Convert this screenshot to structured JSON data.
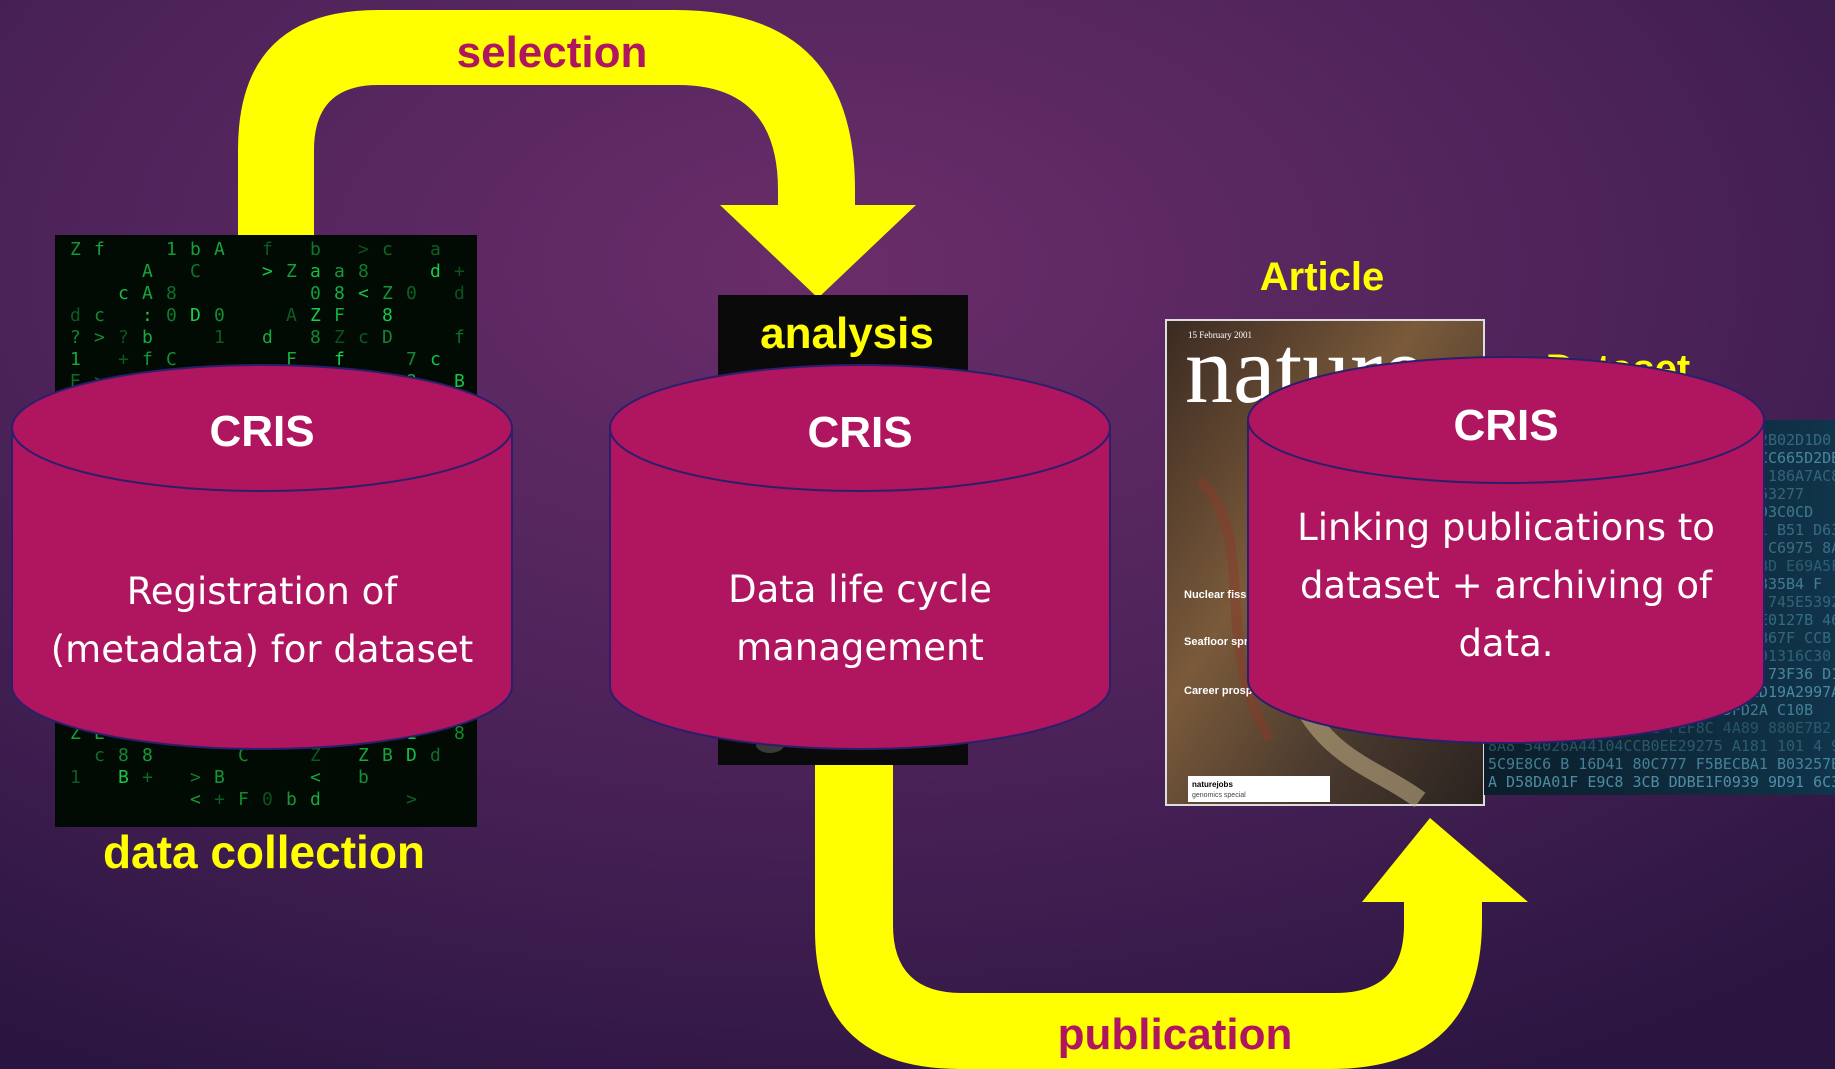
{
  "colors": {
    "background": "#3a1d4d",
    "arrow": "#ffff00",
    "cylinder_fill": "#b0155f",
    "cylinder_stroke": "#2a1f6b",
    "label_yellow": "#ffff00",
    "label_magenta": "#b0155f"
  },
  "labels": {
    "selection": "selection",
    "analysis": "analysis",
    "data_collection": "data collection",
    "publication": "publication",
    "article": "Article",
    "dataset_partial": "Dataset"
  },
  "cylinders": [
    {
      "title": "CRIS",
      "body": [
        "Registration of",
        "(metadata) for dataset"
      ]
    },
    {
      "title": "CRIS",
      "body": [
        "Data  life cycle",
        "management"
      ]
    },
    {
      "title": "CRIS",
      "body": [
        "Linking publications to",
        "dataset + archiving of",
        "data."
      ]
    }
  ],
  "images": {
    "matrix_code": "matrix-code-image",
    "analysis_dark": "analysis-image",
    "nature_cover": {
      "masthead": "nature",
      "date_line": "15 February 2001",
      "headlines": [
        "Nuclear fission",
        "Seafloor spreading",
        "Career prospects"
      ],
      "footer": [
        "naturejobs",
        "genomics special"
      ]
    },
    "hex_data": "hex-data-image"
  }
}
